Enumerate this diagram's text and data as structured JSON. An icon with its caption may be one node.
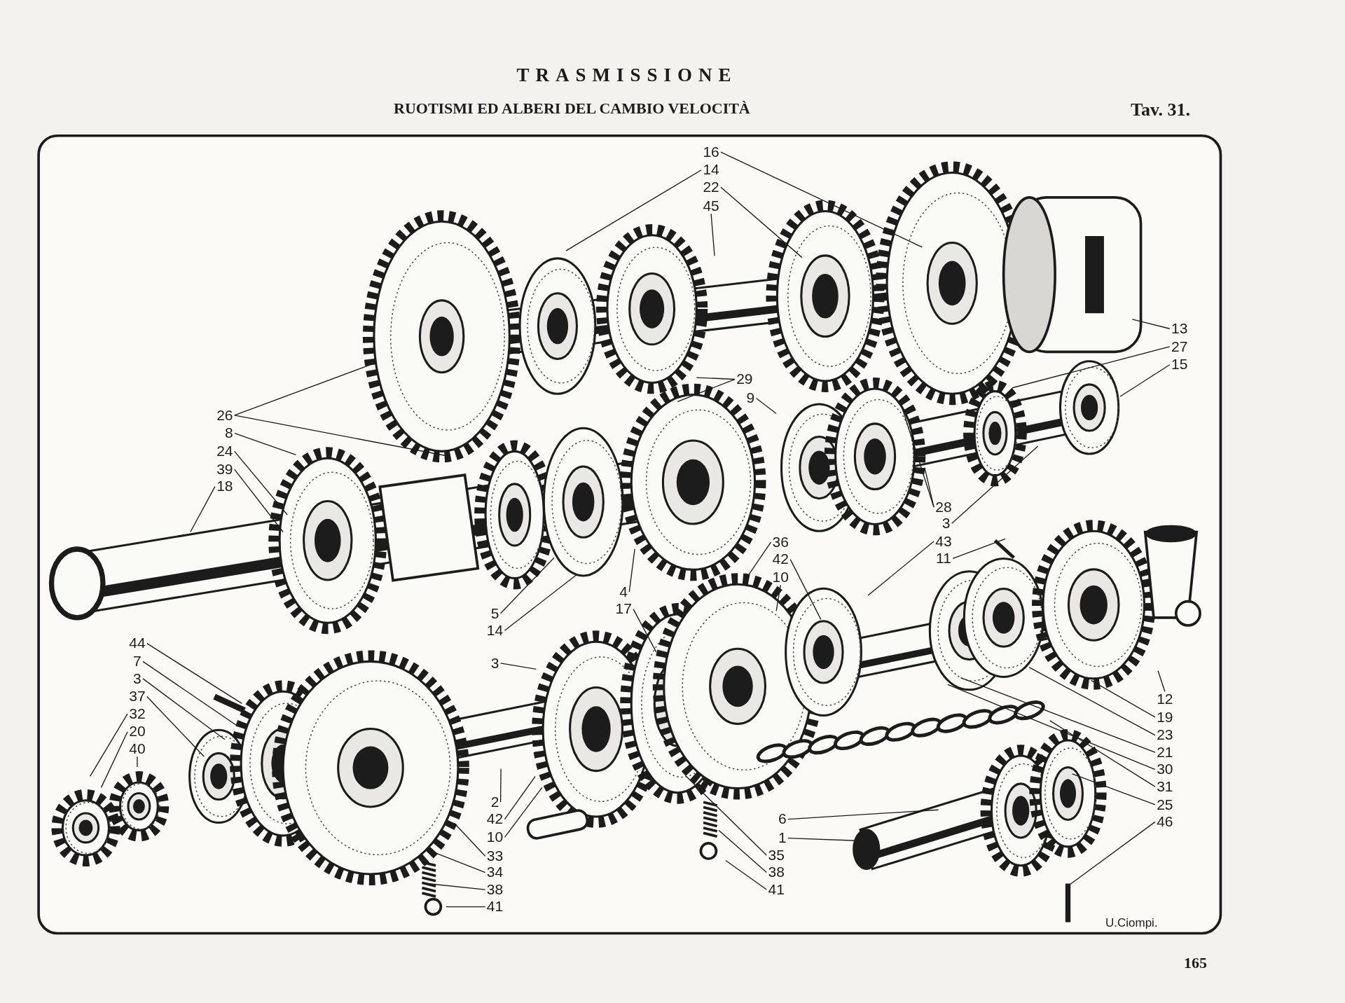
{
  "diagram": {
    "title": "TRASMISSIONE",
    "nodes": [
      {
        "text": [
          "16"
        ]
      },
      {
        "text": [
          "14"
        ]
      },
      {
        "text": [
          "22"
        ]
      },
      {
        "text": [
          "45"
        ]
      },
      {
        "text": [
          "13"
        ]
      },
      {
        "text": [
          "27"
        ]
      },
      {
        "text": [
          "15"
        ]
      },
      {
        "text": [
          "29"
        ]
      },
      {
        "text": [
          "9"
        ]
      },
      {
        "text": [
          "26"
        ]
      },
      {
        "text": [
          "8"
        ]
      },
      {
        "text": [
          "24"
        ]
      },
      {
        "text": [
          "39"
        ]
      },
      {
        "text": [
          "18"
        ]
      },
      {
        "text": [
          "28"
        ]
      },
      {
        "text": [
          "3"
        ]
      },
      {
        "text": [
          "43"
        ]
      },
      {
        "text": [
          "11"
        ]
      },
      {
        "text": [
          "36"
        ]
      },
      {
        "text": [
          "42"
        ]
      },
      {
        "text": [
          "10"
        ]
      },
      {
        "text": [
          "4"
        ]
      },
      {
        "text": [
          "17"
        ]
      },
      {
        "text": [
          "5"
        ]
      },
      {
        "text": [
          "14"
        ]
      },
      {
        "text": [
          "3"
        ]
      },
      {
        "text": [
          "44"
        ]
      },
      {
        "text": [
          "7"
        ]
      },
      {
        "text": [
          "3"
        ]
      },
      {
        "text": [
          "37"
        ]
      },
      {
        "text": [
          "32"
        ]
      },
      {
        "text": [
          "20"
        ]
      },
      {
        "text": [
          "40"
        ]
      },
      {
        "text": [
          "2"
        ]
      },
      {
        "text": [
          "42"
        ]
      },
      {
        "text": [
          "10"
        ]
      },
      {
        "text": [
          "33"
        ]
      },
      {
        "text": [
          "34"
        ]
      },
      {
        "text": [
          "38"
        ]
      },
      {
        "text": [
          "41"
        ]
      },
      {
        "text": [
          "6"
        ]
      },
      {
        "text": [
          "1"
        ]
      },
      {
        "text": [
          "35"
        ]
      },
      {
        "text": [
          "38"
        ]
      },
      {
        "text": [
          "41"
        ]
      },
      {
        "text": [
          "12"
        ]
      },
      {
        "text": [
          "19"
        ]
      },
      {
        "text": [
          "23"
        ]
      },
      {
        "text": [
          "21"
        ]
      },
      {
        "text": [
          "30"
        ]
      },
      {
        "text": [
          "31"
        ]
      },
      {
        "text": [
          "25"
        ]
      },
      {
        "text": [
          "46"
        ]
      }
    ],
    "edges": [
      {
        "from": 0,
        "to": null,
        "arrow": "none"
      },
      {
        "from": 1,
        "to": null,
        "arrow": "none"
      },
      {
        "from": 2,
        "to": null,
        "arrow": "none"
      },
      {
        "from": 3,
        "to": null,
        "arrow": "none"
      },
      {
        "from": 4,
        "to": null,
        "arrow": "none"
      },
      {
        "from": 5,
        "to": null,
        "arrow": "none"
      },
      {
        "from": 6,
        "to": null,
        "arrow": "none"
      },
      {
        "from": 7,
        "to": null,
        "arrow": "none"
      },
      {
        "from": 7,
        "to": null,
        "arrow": "none"
      },
      {
        "from": 8,
        "to": null,
        "arrow": "none"
      },
      {
        "from": 9,
        "to": null,
        "arrow": "none"
      },
      {
        "from": 9,
        "to": null,
        "arrow": "none"
      },
      {
        "from": 10,
        "to": null,
        "arrow": "none"
      },
      {
        "from": 11,
        "to": null,
        "arrow": "none"
      },
      {
        "from": 12,
        "to": null,
        "arrow": "none"
      },
      {
        "from": 13,
        "to": null,
        "arrow": "none"
      },
      {
        "from": 14,
        "to": null,
        "arrow": "none"
      },
      {
        "from": 14,
        "to": null,
        "arrow": "none"
      },
      {
        "from": 15,
        "to": null,
        "arrow": "none"
      },
      {
        "from": 16,
        "to": null,
        "arrow": "none"
      },
      {
        "from": 17,
        "to": null,
        "arrow": "none"
      },
      {
        "from": 18,
        "to": null,
        "arrow": "none"
      },
      {
        "from": 19,
        "to": null,
        "arrow": "none"
      },
      {
        "from": 20,
        "to": null,
        "arrow": "none"
      },
      {
        "from": 21,
        "to": null,
        "arrow": "none"
      },
      {
        "from": 22,
        "to": null,
        "arrow": "none"
      },
      {
        "from": 23,
        "to": null,
        "arrow": "none"
      },
      {
        "from": 24,
        "to": null,
        "arrow": "none"
      },
      {
        "from": 25,
        "to": null,
        "arrow": "none"
      },
      {
        "from": 26,
        "to": null,
        "arrow": "none"
      },
      {
        "from": 27,
        "to": null,
        "arrow": "none"
      },
      {
        "from": 28,
        "to": null,
        "arrow": "none"
      },
      {
        "from": 29,
        "to": null,
        "arrow": "none"
      },
      {
        "from": 30,
        "to": null,
        "arrow": "none"
      },
      {
        "from": 31,
        "to": null,
        "arrow": "none"
      },
      {
        "from": 32,
        "to": null,
        "arrow": "none"
      },
      {
        "from": 33,
        "to": null,
        "arrow": "none"
      },
      {
        "from": 34,
        "to": null,
        "arrow": "none"
      },
      {
        "from": 35,
        "to": null,
        "arrow": "none"
      },
      {
        "from": 36,
        "to": null,
        "arrow": "none"
      },
      {
        "from": 37,
        "to": null,
        "arrow": "none"
      },
      {
        "from": 38,
        "to": null,
        "arrow": "none"
      },
      {
        "from": 39,
        "to": null,
        "arrow": "none"
      },
      {
        "from": 40,
        "to": null,
        "arrow": "none"
      },
      {
        "from": 41,
        "to": null,
        "arrow": "none"
      },
      {
        "from": 42,
        "to": null,
        "arrow": "none"
      },
      {
        "from": 43,
        "to": null,
        "arrow": "none"
      },
      {
        "from": 44,
        "to": null,
        "arrow": "none"
      },
      {
        "from": 45,
        "to": null,
        "arrow": "none"
      },
      {
        "from": 46,
        "to": null,
        "arrow": "none"
      },
      {
        "from": 47,
        "to": null,
        "arrow": "none"
      },
      {
        "from": 48,
        "to": null,
        "arrow": "none"
      },
      {
        "from": 49,
        "to": null,
        "arrow": "none"
      },
      {
        "from": 50,
        "to": null,
        "arrow": "none"
      },
      {
        "from": 51,
        "to": null,
        "arrow": "none"
      },
      {
        "from": 52,
        "to": null,
        "arrow": "none"
      }
    ],
    "labels": [
      "RUOTISMI ED ALBERI DEL CAMBIO VELOCITÀ",
      "Tav. 31.",
      "U.Ciompi.",
      "165"
    ]
  }
}
